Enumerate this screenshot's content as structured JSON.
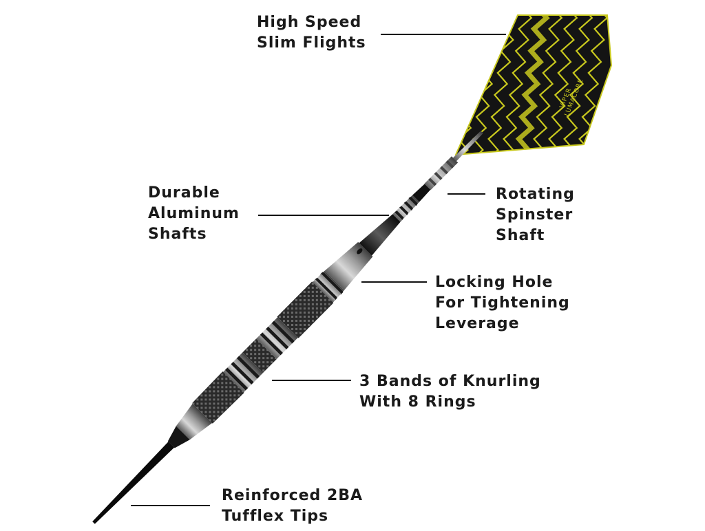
{
  "colors": {
    "flight_accent": "#c8c81e",
    "flight_dark": "#141414",
    "metal": "#9a9a9a",
    "barrel_dark": "#2a2a2a",
    "text": "#1a1a1a"
  },
  "flight_print": {
    "brand": "VIPER",
    "model": "LUMACORE"
  },
  "callouts": [
    {
      "id": "flights",
      "lines": [
        "High Speed",
        "Slim Flights"
      ]
    },
    {
      "id": "aluminum-shafts",
      "lines": [
        "Durable",
        "Aluminum",
        "Shafts"
      ]
    },
    {
      "id": "spinster-shaft",
      "lines": [
        "Rotating",
        "Spinster",
        "Shaft"
      ]
    },
    {
      "id": "locking-hole",
      "lines": [
        "Locking Hole",
        "For Tightening",
        "Leverage"
      ]
    },
    {
      "id": "knurling",
      "lines": [
        "3 Bands of Knurling",
        "With 8 Rings"
      ]
    },
    {
      "id": "tips",
      "lines": [
        "Reinforced 2BA",
        "Tufflex Tips"
      ]
    }
  ]
}
